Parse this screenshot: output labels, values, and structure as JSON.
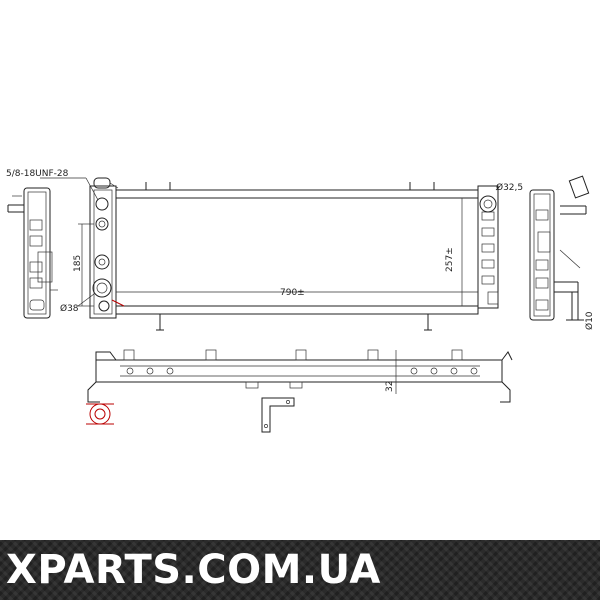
{
  "drawing": {
    "thread_label": "5/8-18UNF-28",
    "width_label": "790±",
    "height_label": "257±",
    "outlet_diameter_label": "Ø32,5",
    "inlet_diameter_label": "Ø38",
    "filler_spacing_label": "185",
    "side_pipe_label": "Ø10",
    "bottom_dim_label": "32"
  },
  "watermark": {
    "text": "XPARTS.COM.UA"
  }
}
